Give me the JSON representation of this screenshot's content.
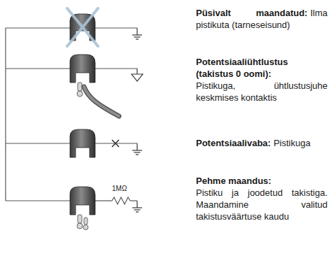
{
  "diagram": {
    "labels": [
      "Püsivalt maandatud:",
      "Ilma pistikuta (tarneseisund)",
      "Potentsiaaliühtlustus (takistus 0 oomi):",
      "Pistikuga, ühtlustusjuhe keskmises kontaktis",
      "Potentsiaalivaba:",
      "Pistikuga",
      "1MΩ",
      "Pehme maandus:",
      "Pistiku ja joodetud takistiga. Maandamine valitud takistusväärtuse kaudu"
    ]
  }
}
